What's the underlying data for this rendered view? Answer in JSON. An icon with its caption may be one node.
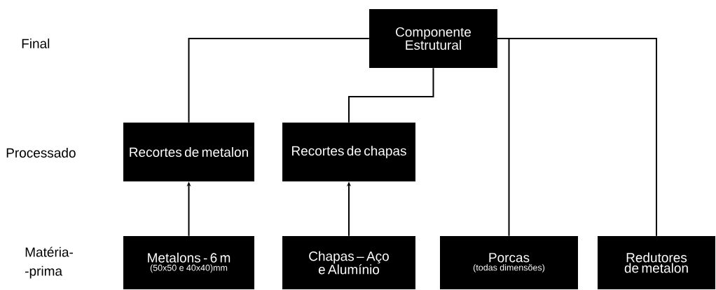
{
  "diagram": {
    "nodes": [
      {
        "text": [
          "Componente Estrutural"
        ]
      },
      {
        "text": [
          "Recortes de metalon"
        ]
      },
      {
        "text": [
          "Recortes de chapas"
        ]
      },
      {
        "text": [
          "Metalons - 6 m",
          "(50x50 e 40x40)mm"
        ]
      },
      {
        "text": [
          "Chapas – Aço e Alumínio"
        ]
      },
      {
        "text": [
          "Porcas",
          "(todas dimensões)"
        ]
      },
      {
        "text": [
          "Redutores de metalon"
        ]
      }
    ],
    "edges": [
      {
        "from": 1,
        "to": 0,
        "arrow": "none"
      },
      {
        "from": 2,
        "to": 0,
        "arrow": "none"
      },
      {
        "from": 5,
        "to": 0,
        "arrow": "none"
      },
      {
        "from": 6,
        "to": 0,
        "arrow": "none"
      },
      {
        "from": 3,
        "to": 1,
        "arrow": "to"
      },
      {
        "from": 4,
        "to": 2,
        "arrow": "to"
      }
    ],
    "labels": [
      "Final",
      "Processado",
      "Matéria- -prima"
    ]
  }
}
